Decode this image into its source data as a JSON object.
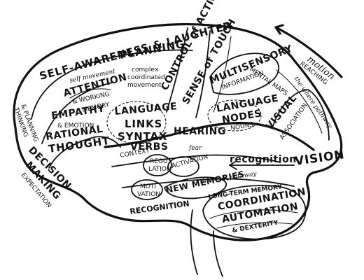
{
  "labels": {
    "self_awareness": "SELF-AWARENESS & LAUGHTER",
    "self_movement": "self movement",
    "planning": "PLANNING",
    "planning_sub1": "complex",
    "planning_sub2": "coordinated",
    "planning_sub3": "movement",
    "control_action": "CONTROL of ACTION",
    "sense_touch": "SENSE of TOUCH",
    "multisensory": "MULTISENSORY",
    "information": "INFORMATION",
    "mental_maps": "MENTAL MAPS",
    "motion": "motion",
    "reaching": "REACHING",
    "thinking": "THINKING",
    "thinking_planning": "& PLANNING",
    "attention": "ATTENTION",
    "working": "& WORKING",
    "memory": "MEMORY",
    "empathy": "EMPATHY",
    "emotion": "& EMOTION",
    "language_links": "LANGUAGE",
    "links": "LINKS",
    "syntax": "SYNTAX",
    "verbs": "VERBS",
    "context": "CONTEXT",
    "hearing": "HEARING",
    "language_nodes": "LANGUAGE",
    "nodes": "NODES",
    "nouns": "NOUNS",
    "rational": "RATIONAL",
    "thought": "THOUGHT",
    "decision": "DECISION-",
    "making": "MAKING",
    "expectation": "EXPECTATION",
    "visual_assoc": "VISUAL",
    "association": "ASSOCIATION",
    "where_pathway": "the where pathway",
    "regulation": "REGU",
    "lation": "LATION",
    "motivation": "MOTI",
    "vation": "VATION",
    "activation": "ACTIVATION",
    "new_memories": "NEW MEMORIES",
    "recognition_right": "recognition",
    "vision": "VISION",
    "what_pathway": "the what pathway",
    "long_term_memory": "LONG-TERM MEMORY",
    "recognition_left": "RECOGNITION",
    "coordination": "COORDINATION",
    "automation": "AUTOMATION",
    "dexterity": "& DEXTERITY",
    "fear": "fear"
  }
}
